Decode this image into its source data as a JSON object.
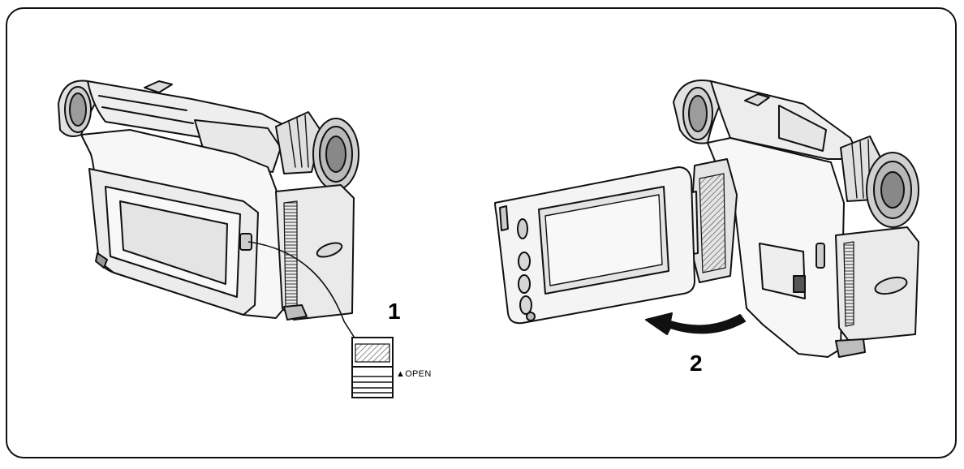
{
  "steps": {
    "step1": "1",
    "step2": "2"
  },
  "switch_label": {
    "arrow": "▲",
    "text": "OPEN"
  },
  "colors": {
    "ink": "#111111",
    "fill_light": "#f2f2f2",
    "fill_mid": "#d6d6d6",
    "fill_dark": "#8a8a8a"
  },
  "icons": [
    "camcorder-closed",
    "camcorder-lcd-open",
    "open-switch",
    "rotate-arrow"
  ]
}
